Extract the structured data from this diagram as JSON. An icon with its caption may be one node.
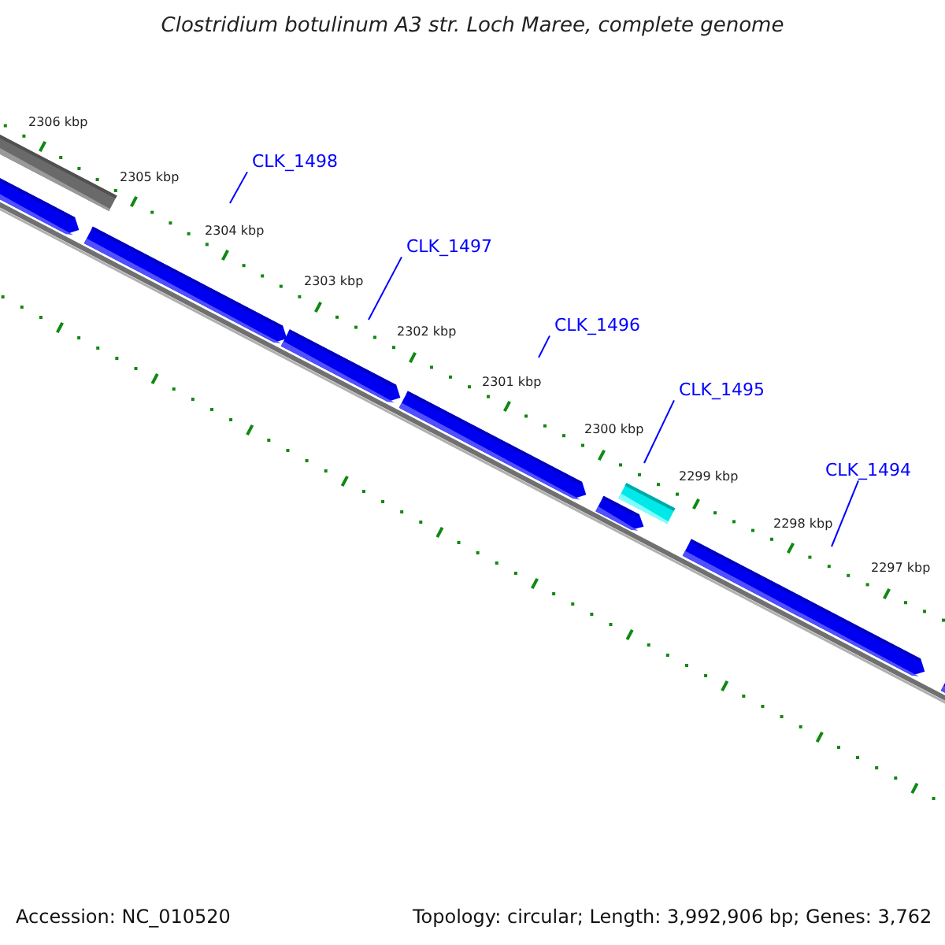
{
  "diagram": {
    "title": "Clostridium botulinum A3 str. Loch Maree, complete genome",
    "nodes": [
      {
        "text": [
          "CLK_1498"
        ]
      },
      {
        "text": [
          "CLK_1497"
        ]
      },
      {
        "text": [
          "CLK_1496"
        ]
      },
      {
        "text": [
          "CLK_1495"
        ]
      },
      {
        "text": [
          "CLK_1494"
        ]
      }
    ],
    "edges": [
      {
        "from": 0,
        "to": null,
        "arrow": "none"
      },
      {
        "from": 1,
        "to": null,
        "arrow": "none"
      },
      {
        "from": 2,
        "to": null,
        "arrow": "none"
      },
      {
        "from": 3,
        "to": null,
        "arrow": "none"
      },
      {
        "from": 4,
        "to": null,
        "arrow": "none"
      }
    ],
    "labels": [
      "2306 kbp",
      "2305 kbp",
      "2304 kbp",
      "2303 kbp",
      "2302 kbp",
      "2301 kbp",
      "2300 kbp",
      "2299 kbp",
      "2298 kbp",
      "2297 kbp",
      "Accession: NC_010520",
      "Topology: circular; Length: 3,992,906 bp; Genes: 3,762"
    ]
  }
}
